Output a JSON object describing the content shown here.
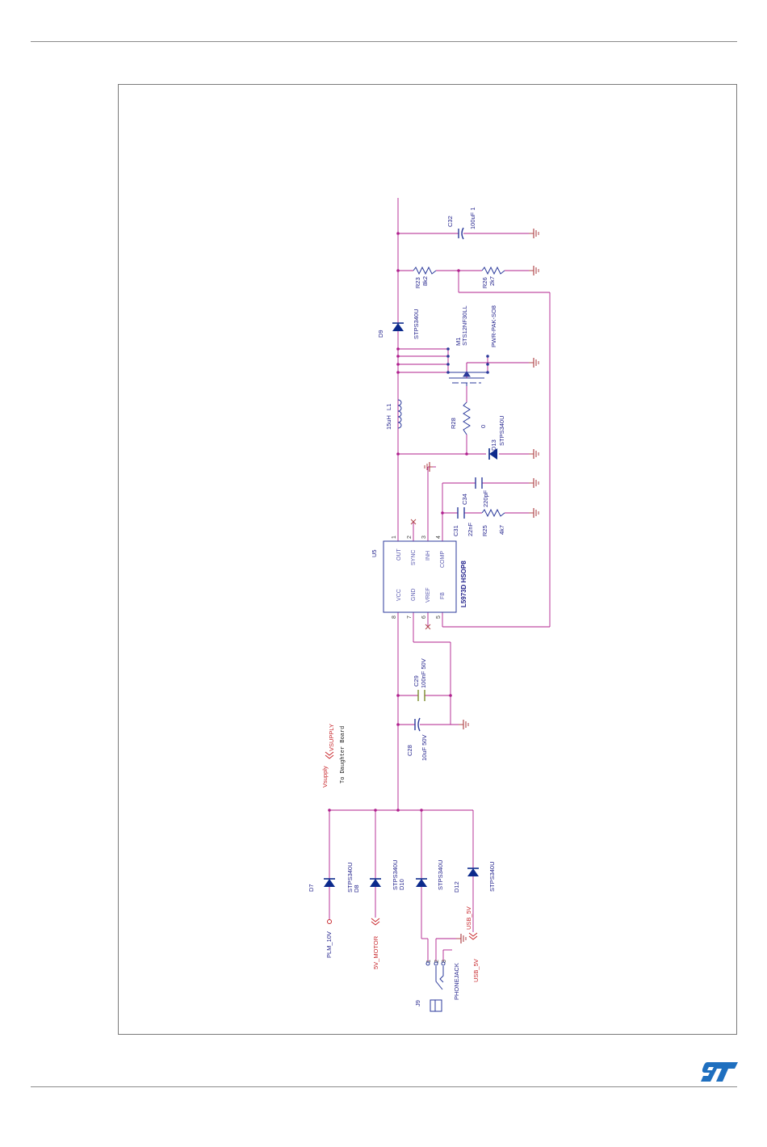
{
  "colors": {
    "wire": "#b0208e",
    "ground": "#b0464b",
    "component": "#2b3a9b",
    "diode": "#0c2a8c",
    "net_label": "#c8282d",
    "logo": "#1f6fbf"
  },
  "icons": [
    "st-logo-icon",
    "ground-icon",
    "diode-icon",
    "resistor-icon",
    "inductor-icon",
    "capacitor-icon",
    "mosfet-icon",
    "phonejack-icon",
    "no-connect-icon"
  ],
  "schematic": {
    "u5": {
      "ref": "U5",
      "part": "L5973D HSOP8",
      "pins_left": [
        "OUT",
        "SYNC",
        "INH",
        "COMP"
      ],
      "pins_left_num": [
        "1",
        "2",
        "3",
        "4"
      ],
      "pins_right": [
        "VCC",
        "GND",
        "VREF",
        "FB"
      ],
      "pins_right_num": [
        "8",
        "7",
        "6",
        "5"
      ]
    },
    "c32": {
      "ref": "C32",
      "value": "100uF 1"
    },
    "r23": {
      "ref": "R23",
      "value": "8k2"
    },
    "r26": {
      "ref": "R26",
      "value": "2k7"
    },
    "d9": {
      "ref": "D9",
      "part": "STPS340U"
    },
    "m1": {
      "ref": "M1",
      "part": "STS12NF30LL",
      "package": "PWR-PAK-SO8"
    },
    "l1": {
      "ref": "L1",
      "value": "15uH"
    },
    "r28": {
      "ref": "R28",
      "value": "0"
    },
    "d13": {
      "ref": "D13",
      "part": "STPS340U"
    },
    "c34": {
      "ref": "C34",
      "value": "220pF"
    },
    "c31": {
      "ref": "C31",
      "value": "22nF"
    },
    "r25": {
      "ref": "R25",
      "value": "4k7"
    },
    "c29": {
      "ref": "C29",
      "value": "100nF 50V"
    },
    "c28": {
      "ref": "C28",
      "value": "10uF 50V"
    },
    "vsupply": {
      "net": "Vsupply",
      "port": "VSUPPLY",
      "note": "To Daughter Board"
    },
    "d7": {
      "ref": "D7",
      "part": "STPS340U",
      "net": "PLM_10V"
    },
    "d8": {
      "ref": "D8",
      "part": "STPS340U",
      "net": "5V_MOTOR"
    },
    "d10": {
      "ref": "D10",
      "part": "STPS340U"
    },
    "d12": {
      "ref": "D12",
      "part": "STPS340U",
      "net": "USB_5V"
    },
    "j9": {
      "ref": "J9",
      "part": "PHONEJACK",
      "net": "USB_5V",
      "pins": [
        "1",
        "2",
        "3"
      ]
    }
  }
}
